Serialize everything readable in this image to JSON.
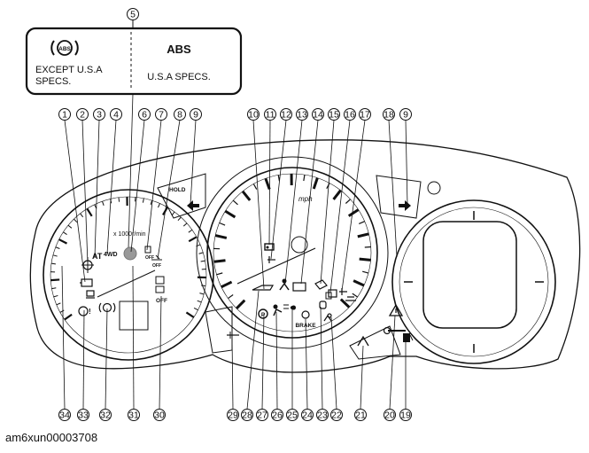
{
  "callout_box": {
    "number": "5",
    "left_caption_line1": "EXCEPT U.S.A",
    "left_caption_line2": "SPECS.",
    "right_title": "ABS",
    "right_caption": "U.S.A SPECS.",
    "left_symbol_text": "ABS"
  },
  "gauge_labels": {
    "tach_unit": "x 1000r/min",
    "mph": "mph",
    "hold": "HOLD",
    "at": "AT",
    "fourwd": "4WD",
    "brake": "BRAKE",
    "off1": "OFF",
    "off2": "OFF",
    "off3": "OFF"
  },
  "callouts_top": [
    "1",
    "2",
    "3",
    "4",
    "6",
    "7",
    "8",
    "9",
    "10",
    "11",
    "12",
    "13",
    "14",
    "15",
    "16",
    "17",
    "18",
    "9"
  ],
  "callouts_bottom": [
    "34",
    "33",
    "32",
    "31",
    "30",
    "29",
    "28",
    "27",
    "26",
    "25",
    "24",
    "23",
    "22",
    "21",
    "20",
    "19"
  ],
  "footer_code": "am6xun00003708"
}
